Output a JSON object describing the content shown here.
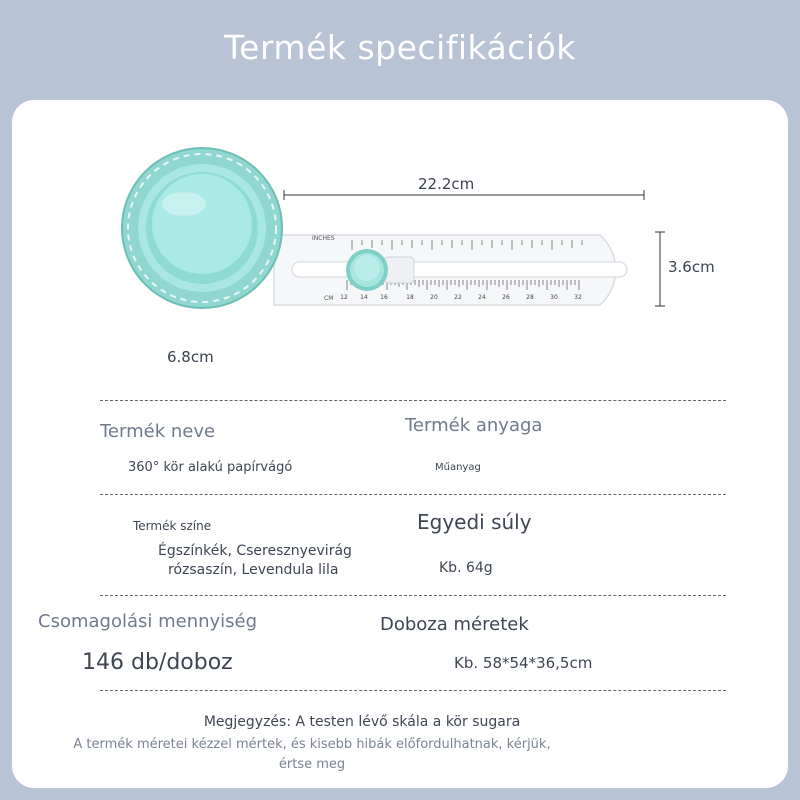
{
  "title": "Termék specifikációk",
  "dimensions": {
    "length": "22.2cm",
    "height": "3.6cm",
    "diameter": "6.8cm"
  },
  "ruler": {
    "top_label": "INCHES",
    "bottom_label": "CM",
    "bottom_ticks": [
      "12",
      "14",
      "16",
      "18",
      "20",
      "22",
      "24",
      "26",
      "28",
      "30",
      "32"
    ]
  },
  "specs": {
    "name_label": "Termék neve",
    "name_value": "360° kör alakú papírvágó",
    "material_label": "Termék anyaga",
    "material_value": "Műanyag",
    "color_label": "Termék színe",
    "color_value_line1": "Égszínkék, Cseresznyevirág",
    "color_value_line2": "rózsaszín, Levendula lila",
    "weight_label": "Egyedi súly",
    "weight_value": "Kb. 64g",
    "packing_label": "Csomagolási mennyiség",
    "packing_value": "146 db/doboz",
    "box_label": "Doboza méretek",
    "box_value": "Kb. 58*54*36,5cm"
  },
  "note": {
    "line1": "Megjegyzés: A testen lévő skála a kör sugara",
    "line2": "A termék méretei kézzel mértek, és kisebb hibák előfordulhatnak, kérjük,",
    "line3": "értse meg"
  },
  "colors": {
    "background": "#b8c3d6",
    "accent_teal": "#9fe3dc",
    "card": "#ffffff"
  }
}
